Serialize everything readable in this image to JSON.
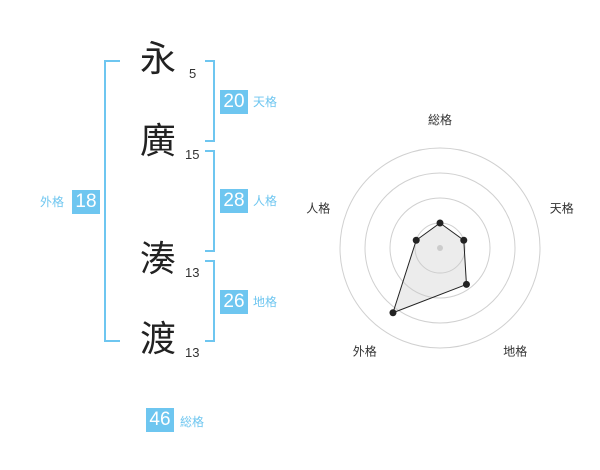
{
  "name": [
    {
      "char": "永",
      "strokes": "5"
    },
    {
      "char": "廣",
      "strokes": "15"
    },
    {
      "char": "湊",
      "strokes": "13"
    },
    {
      "char": "渡",
      "strokes": "13"
    }
  ],
  "fortunes": {
    "tenkaku": {
      "value": "20",
      "label": "天格"
    },
    "jinkaku": {
      "value": "28",
      "label": "人格"
    },
    "chikaku": {
      "value": "26",
      "label": "地格"
    },
    "gaikaku": {
      "value": "18",
      "label": "外格"
    },
    "soukaku": {
      "value": "46",
      "label": "総格"
    }
  },
  "colors": {
    "accent": "#6ec6f0"
  },
  "chart_data": {
    "type": "radar",
    "axes": [
      "総格",
      "天格",
      "地格",
      "外格",
      "人格"
    ],
    "values": [
      0.25,
      0.25,
      0.45,
      0.8,
      0.25
    ],
    "rmax": 1,
    "rings": 4
  }
}
